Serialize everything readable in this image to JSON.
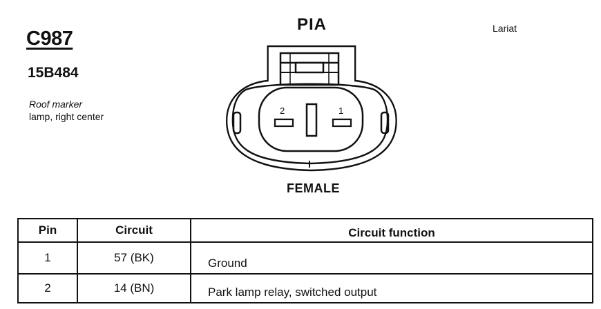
{
  "connector": {
    "id": "C987",
    "part_number": "15B484",
    "description_line1": "Roof marker",
    "description_line2": "lamp, right center",
    "trim": "Lariat",
    "location_code": "PIA",
    "gender": "FEMALE",
    "pin_label_left": "2",
    "pin_label_right": "1"
  },
  "table": {
    "headers": {
      "pin": "Pin",
      "circuit": "Circuit",
      "function": "Circuit function"
    },
    "rows": [
      {
        "pin": "1",
        "circuit": "57 (BK)",
        "function": "Ground"
      },
      {
        "pin": "2",
        "circuit": "14 (BN)",
        "function": "Park lamp relay, switched output"
      }
    ]
  }
}
